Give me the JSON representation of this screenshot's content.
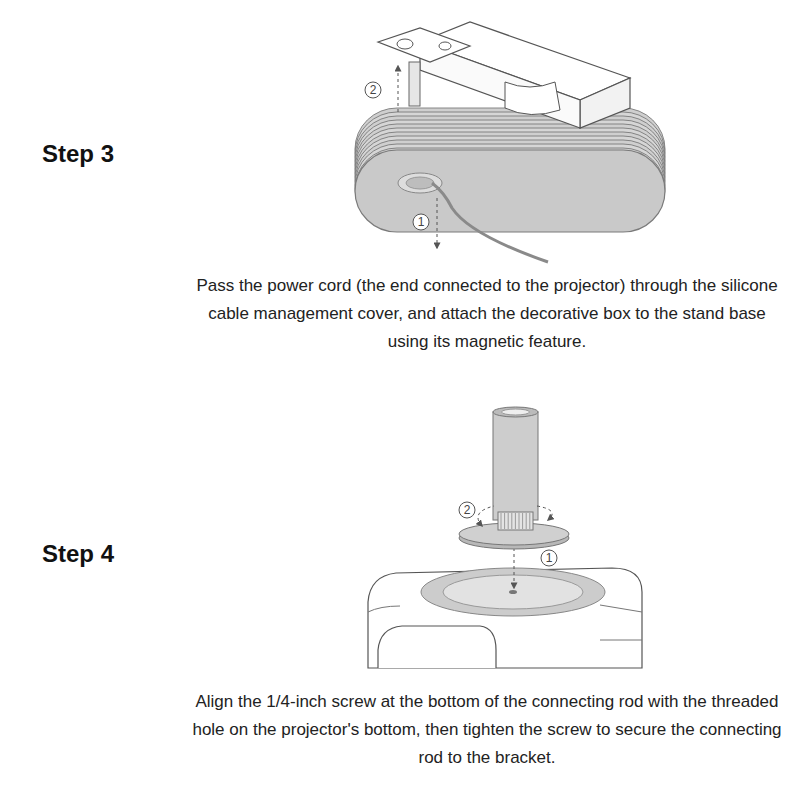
{
  "diagram": {
    "labels": [
      "Step 3",
      "2",
      "1",
      "Pass the power cord (the end connected to the projector) through the silicone cable management cover, and attach the decorative box to the stand base using its magnetic feature.",
      "Step 4",
      "2",
      "1",
      "Align the 1/4-inch screw at the bottom of the connecting rod with the threaded hole on the projector's bottom, then tighten the screw to secure the connecting rod to the bracket."
    ]
  }
}
